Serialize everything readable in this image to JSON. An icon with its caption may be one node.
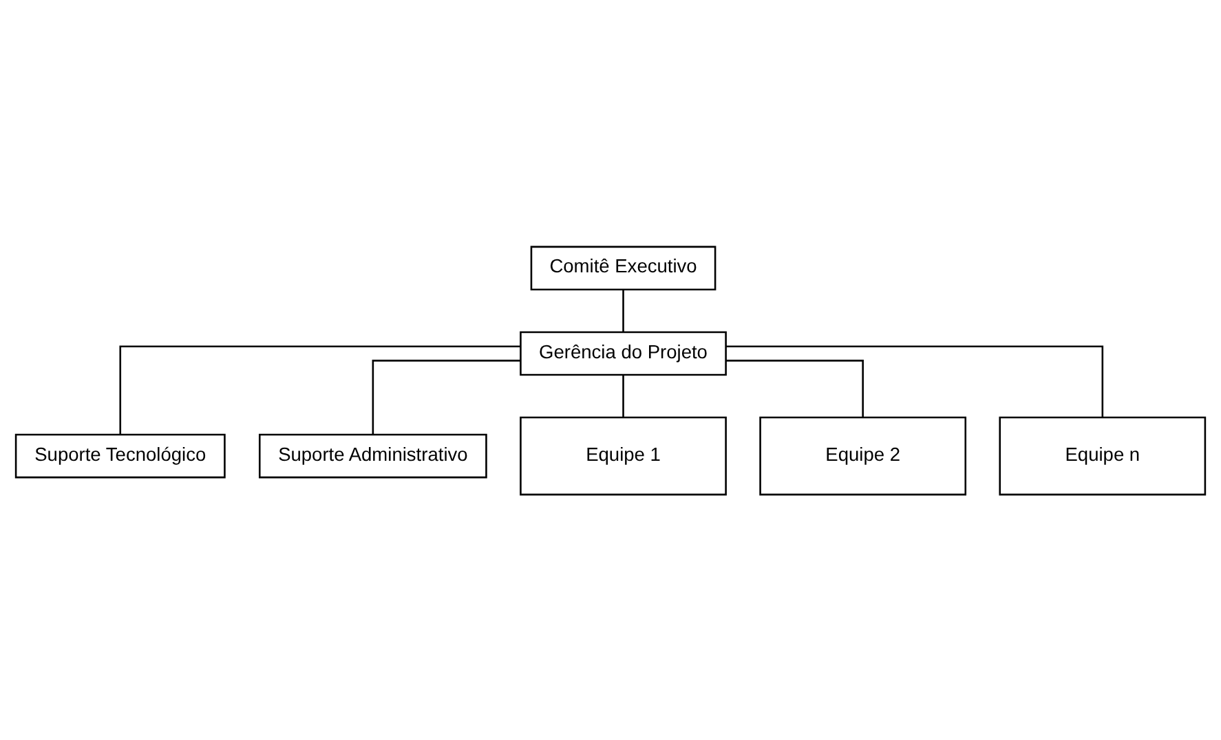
{
  "diagram": {
    "nodes": [
      {
        "text": [
          "Comitê Executivo"
        ]
      },
      {
        "text": [
          "Gerência do Projeto"
        ]
      },
      {
        "text": [
          "Suporte Tecnológico"
        ]
      },
      {
        "text": [
          "Suporte Administrativo"
        ]
      },
      {
        "text": [
          "Equipe 1"
        ]
      },
      {
        "text": [
          "Equipe 2"
        ]
      },
      {
        "text": [
          "Equipe n"
        ]
      }
    ],
    "edges": [
      {
        "from": 0,
        "to": 1,
        "arrow": "none"
      },
      {
        "from": 1,
        "to": 2,
        "arrow": "none"
      },
      {
        "from": 1,
        "to": 3,
        "arrow": "none"
      },
      {
        "from": 1,
        "to": 4,
        "arrow": "none"
      },
      {
        "from": 1,
        "to": 5,
        "arrow": "none"
      },
      {
        "from": 1,
        "to": 6,
        "arrow": "none"
      }
    ]
  }
}
